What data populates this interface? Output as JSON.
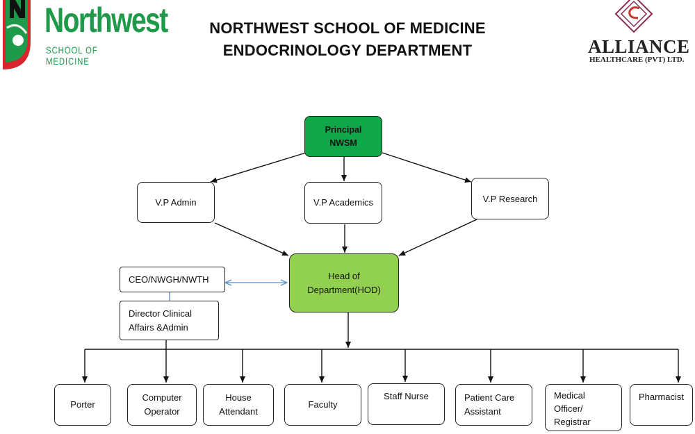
{
  "header": {
    "title_line1": "NORTHWEST SCHOOL OF MEDICINE",
    "title_line2": "ENDOCRINOLOGY DEPARTMENT"
  },
  "logos": {
    "northwest": {
      "name": "Northwest",
      "subtitle": "SCHOOL OF MEDICINE",
      "color": "#1f9a4a",
      "accent": "#d9262e"
    },
    "alliance": {
      "name": "ALLIANCE",
      "subtitle": "HEALTHCARE (PVT) LTD.",
      "color": "#8b2a52"
    }
  },
  "chart": {
    "principal": "Principal\nNWSM",
    "vp_admin": "V.P Admin",
    "vp_academics": "V.P Academics",
    "vp_research": "V.P Research",
    "hod": "Head of\nDepartment(HOD)",
    "ceo": "CEO/NWGH/NWTH",
    "director": "Director Clinical\nAffairs &Admin",
    "staff": [
      "Porter",
      "Computer\nOperator",
      "House\nAttendant",
      "Faculty",
      "Staff Nurse",
      "Patient Care\nAssistant",
      "Medical\nOfficer/\nRegistrar",
      "Pharmacist"
    ]
  },
  "colors": {
    "principal_fill": "#10a64a",
    "hod_fill": "#92d050",
    "ceo_link": "#5b8fc7"
  }
}
